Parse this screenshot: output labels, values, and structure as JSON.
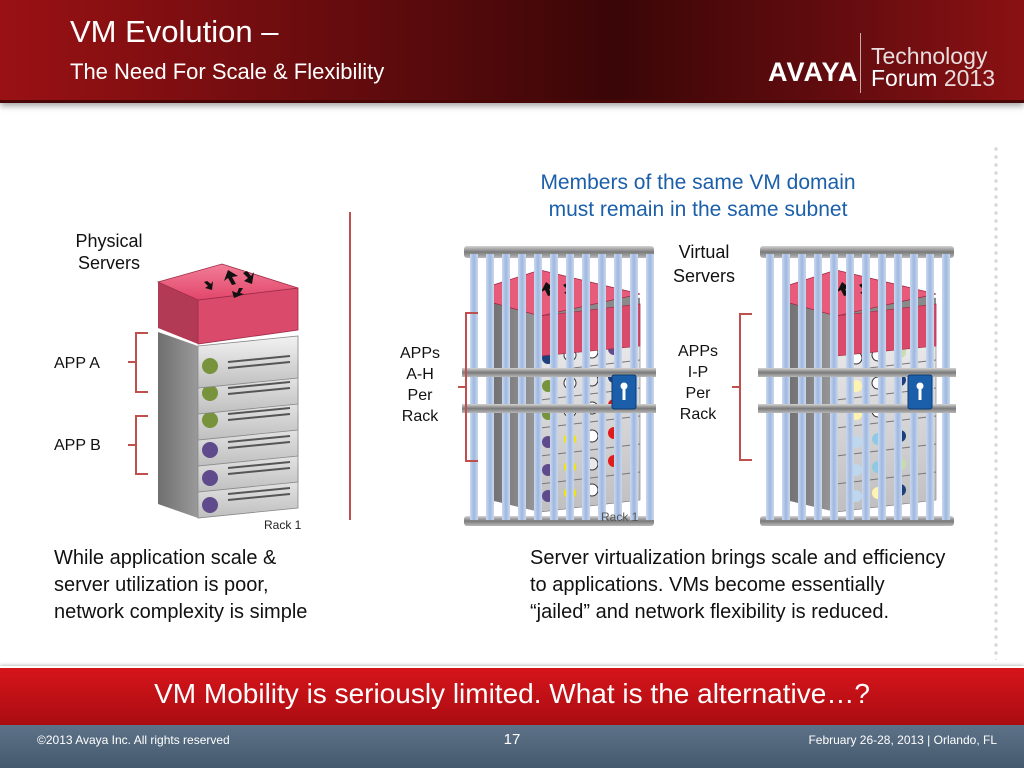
{
  "header": {
    "title_line1": "VM Evolution –",
    "title_line2": "The Need For Scale & Flexibility",
    "logo_brand": "AVAYA",
    "logo_event_line1": "Technology",
    "logo_event_word": "Forum",
    "logo_event_year": "2013"
  },
  "left_diagram": {
    "physical_servers_label": [
      "Physical",
      "Servers"
    ],
    "app_a_label": "APP A",
    "app_b_label": "APP B",
    "rack_label": "Rack 1"
  },
  "right_diagram": {
    "note": [
      "Members of the same VM domain",
      "must remain in the same subnet"
    ],
    "virtual_servers_label": [
      "Virtual",
      "Servers"
    ],
    "apps_ah_label": [
      "APPs",
      "A-H",
      "Per",
      "Rack"
    ],
    "apps_ip_label": [
      "APPs",
      "I-P",
      "Per",
      "Rack"
    ],
    "rack1_label": "Rack 1"
  },
  "text": {
    "left_paragraph": "While application scale & server utilization is poor, network complexity is simple",
    "right_paragraph": "Server virtualization brings scale and efficiency to applications.  VMs become essentially “jailed” and network flexibility is reduced."
  },
  "banner": {
    "text": "VM Mobility is seriously limited.   What is the alternative…?"
  },
  "footer": {
    "copyright": "©2013 Avaya Inc. All rights reserved",
    "page_number": "17",
    "event_date": "February 26-28, 2013 | Orlando, FL"
  },
  "colors": {
    "header_red": "#7a0d10",
    "banner_red": "#d6151b",
    "footer_slate": "#52667c",
    "note_blue": "#1b5faa",
    "switch_pink": "#e85b7a",
    "bracket_red": "#c0504d",
    "app_a_green": "#77933c",
    "app_b_purple": "#5f4b8b",
    "jail_bar_blue": "#a9bfe0"
  }
}
